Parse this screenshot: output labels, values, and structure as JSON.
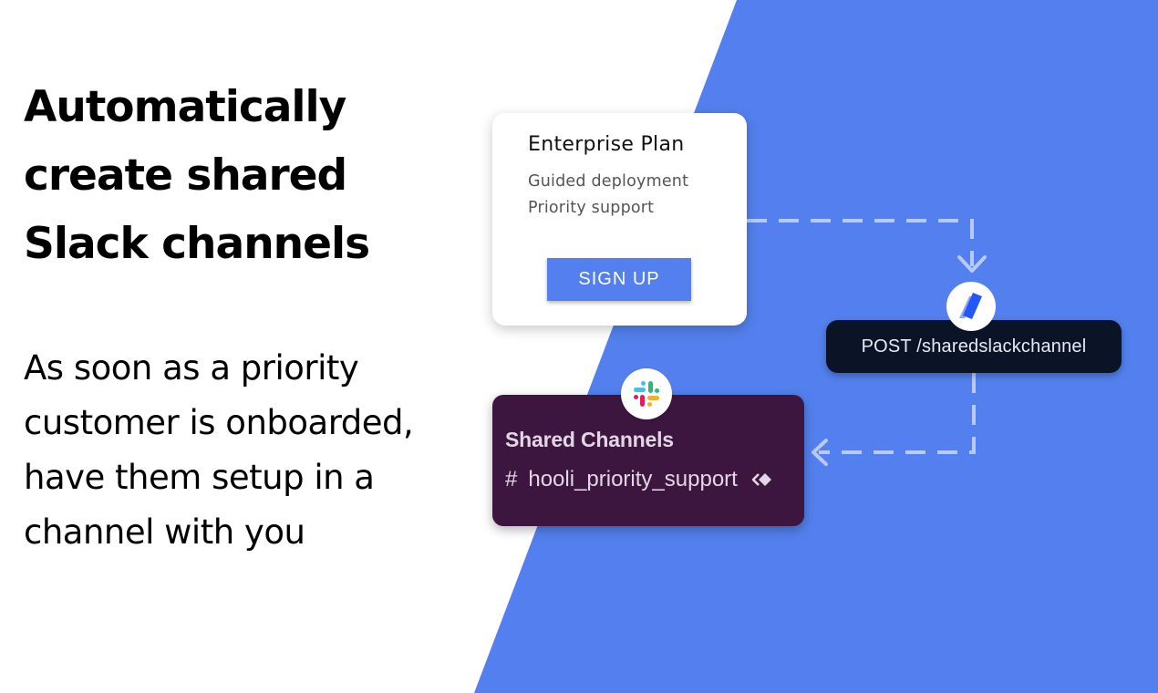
{
  "hero": {
    "headline_lines": [
      "Automatically",
      "create shared",
      "Slack channels"
    ],
    "subtext_lines": [
      "As soon as a priority",
      "customer is onboarded,",
      "have them setup in a",
      "channel with you"
    ]
  },
  "plan_card": {
    "title": "Enterprise Plan",
    "features": [
      "Guided deployment",
      "Priority support"
    ],
    "button_label": "SIGN UP"
  },
  "api_step": {
    "icon": "api-logo-icon",
    "label": "POST /sharedslackchannel"
  },
  "slack_card": {
    "icon": "slack-logo-icon",
    "heading": "Shared Channels",
    "channel_prefix": "#",
    "channel_name": "hooli_priority_support",
    "shared_icon": "shared-channel-icon"
  },
  "colors": {
    "background": "#ffffff",
    "accent_blue": "#5380ee",
    "button_blue": "#5380ee",
    "api_pill": "#0b1426",
    "slack_purple": "#3d1640",
    "connector": "#b9c9fa"
  }
}
